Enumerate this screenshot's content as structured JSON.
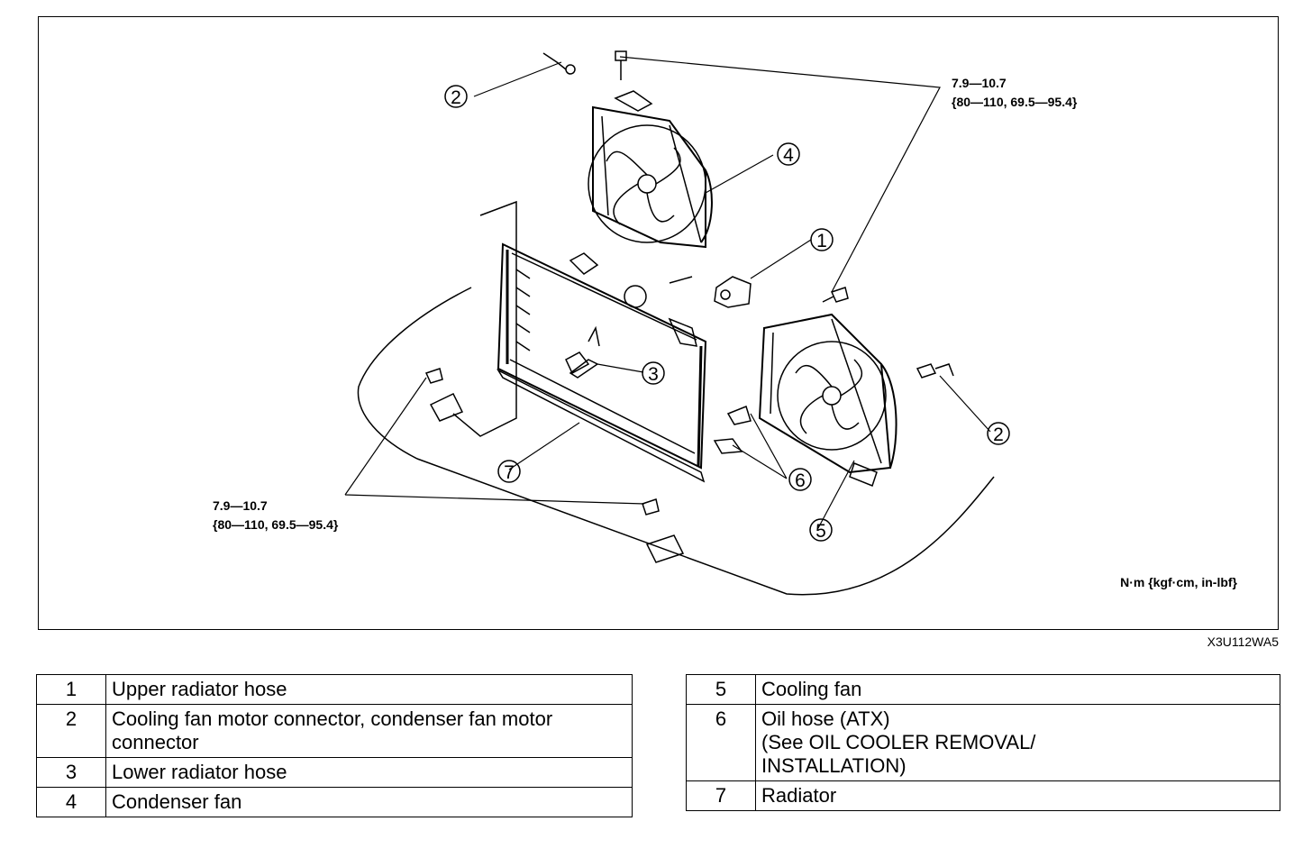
{
  "figure": {
    "code": "X3U112WA5",
    "units": "N·m {kgf·cm, in-lbf}",
    "torque_upper": {
      "line1": "7.9—10.7",
      "line2": "{80—110, 69.5—95.4}"
    },
    "torque_lower": {
      "line1": "7.9—10.7",
      "line2": "{80—110, 69.5—95.4}"
    },
    "callouts": [
      "1",
      "2",
      "2",
      "3",
      "4",
      "5",
      "6",
      "7"
    ]
  },
  "legend_left": [
    {
      "num": "1",
      "text": "Upper radiator hose"
    },
    {
      "num": "2",
      "text": "Cooling fan motor connector, condenser fan motor connector"
    },
    {
      "num": "3",
      "text": "Lower radiator hose"
    },
    {
      "num": "4",
      "text": "Condenser fan"
    }
  ],
  "legend_right": [
    {
      "num": "5",
      "text": "Cooling fan"
    },
    {
      "num": "6",
      "text": "Oil hose (ATX)\n(See OIL COOLER REMOVAL/\nINSTALLATION)"
    },
    {
      "num": "7",
      "text": "Radiator"
    }
  ]
}
